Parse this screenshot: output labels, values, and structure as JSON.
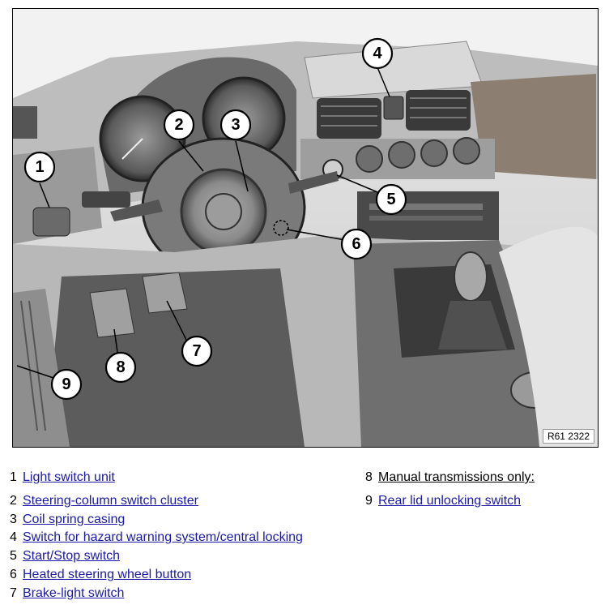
{
  "figure": {
    "id": "R61 2322"
  },
  "callouts": [
    "1",
    "2",
    "3",
    "4",
    "5",
    "6",
    "7",
    "8",
    "9"
  ],
  "legend": [
    {
      "num": "1",
      "label": "Light switch unit",
      "link": true
    },
    {
      "num": "2",
      "label": "Steering-column switch cluster",
      "link": true
    },
    {
      "num": "3",
      "label": "Coil spring casing",
      "link": true
    },
    {
      "num": "4",
      "label": "Switch for hazard warning system/central locking",
      "link": true
    },
    {
      "num": "5",
      "label": "Start/Stop switch",
      "link": true
    },
    {
      "num": "6",
      "label": "Heated steering wheel button",
      "link": true
    },
    {
      "num": "7",
      "label": "Brake-light switch",
      "link": true
    },
    {
      "num": "8",
      "label": "Manual transmissions only:",
      "link": false
    },
    {
      "num": "9",
      "label": "Rear lid unlocking switch",
      "link": true
    }
  ]
}
